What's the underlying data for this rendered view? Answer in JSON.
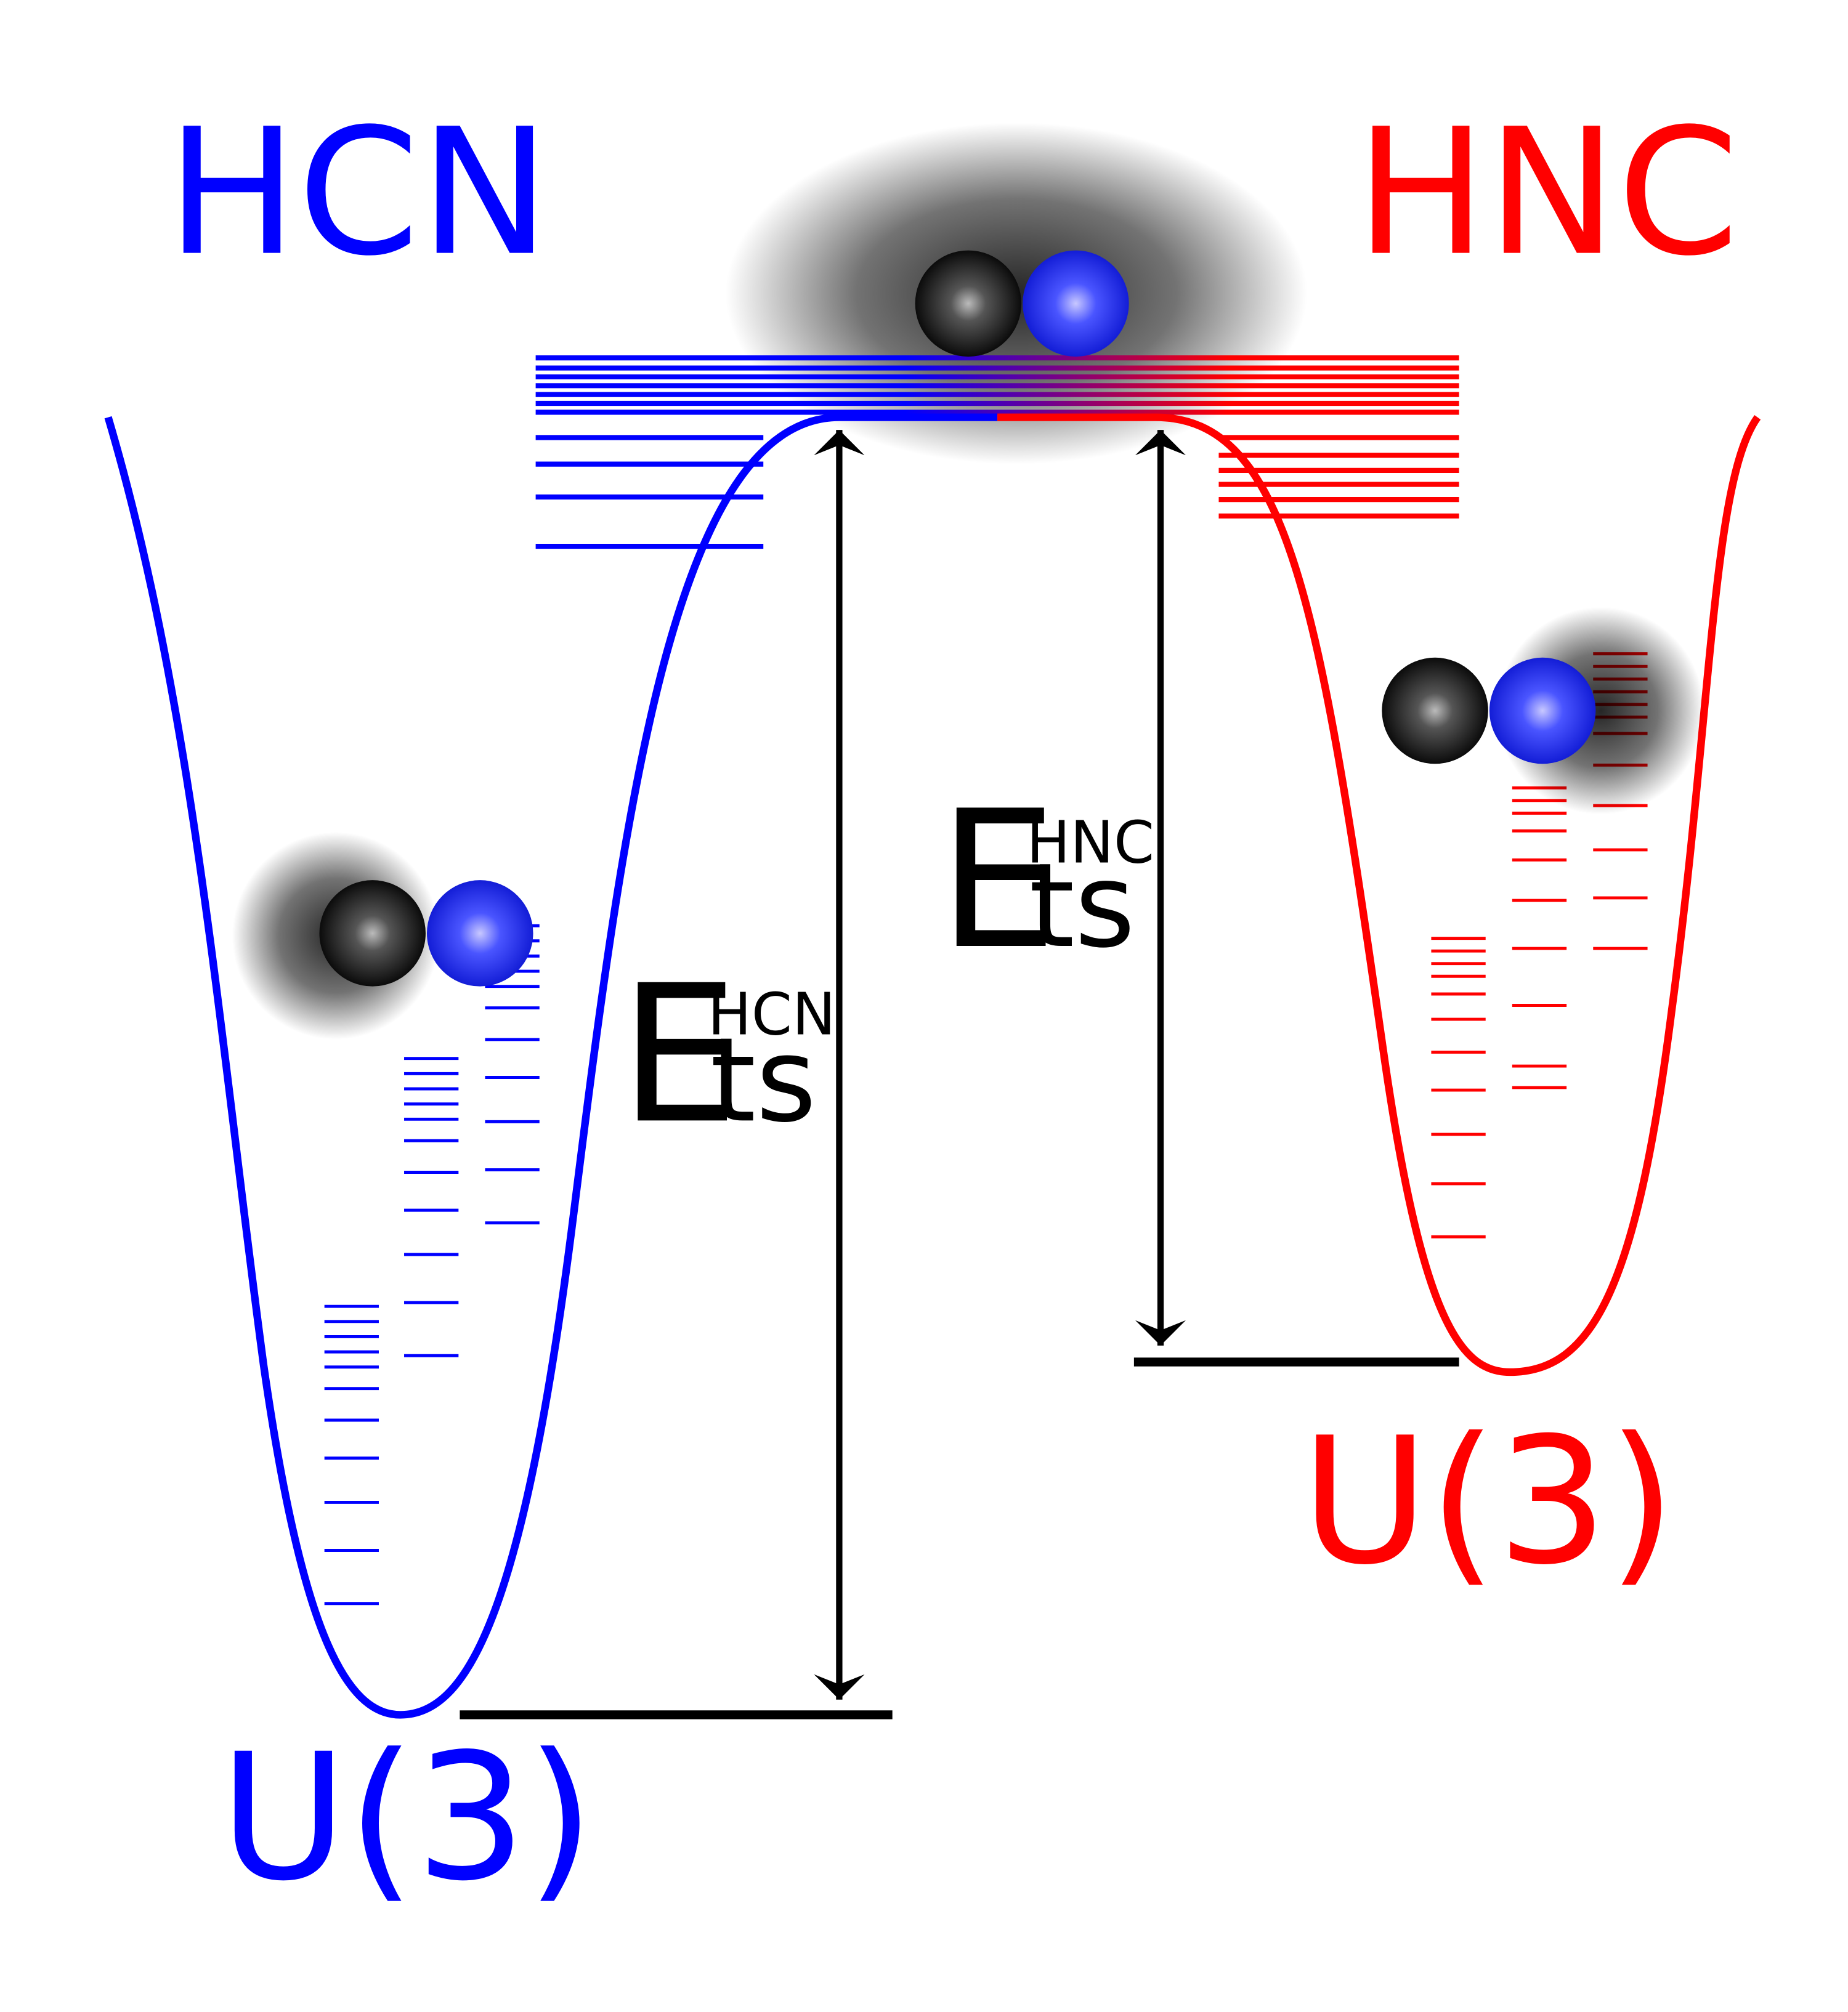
{
  "labels": {
    "left_molecule": "HCN",
    "right_molecule": "HNC",
    "left_symmetry": "U(3)",
    "right_symmetry": "U(3)",
    "energy_letter": "E",
    "energy_subscript": "ts",
    "left_energy_superscript": "HCN",
    "right_energy_superscript": "HNC"
  },
  "colors": {
    "hcn": "#0000ff",
    "hnc": "#ff0000",
    "arrow": "#000000",
    "atom_dark": "#111111",
    "atom_blue": "#2a3cff",
    "cloud": "#555555"
  }
}
